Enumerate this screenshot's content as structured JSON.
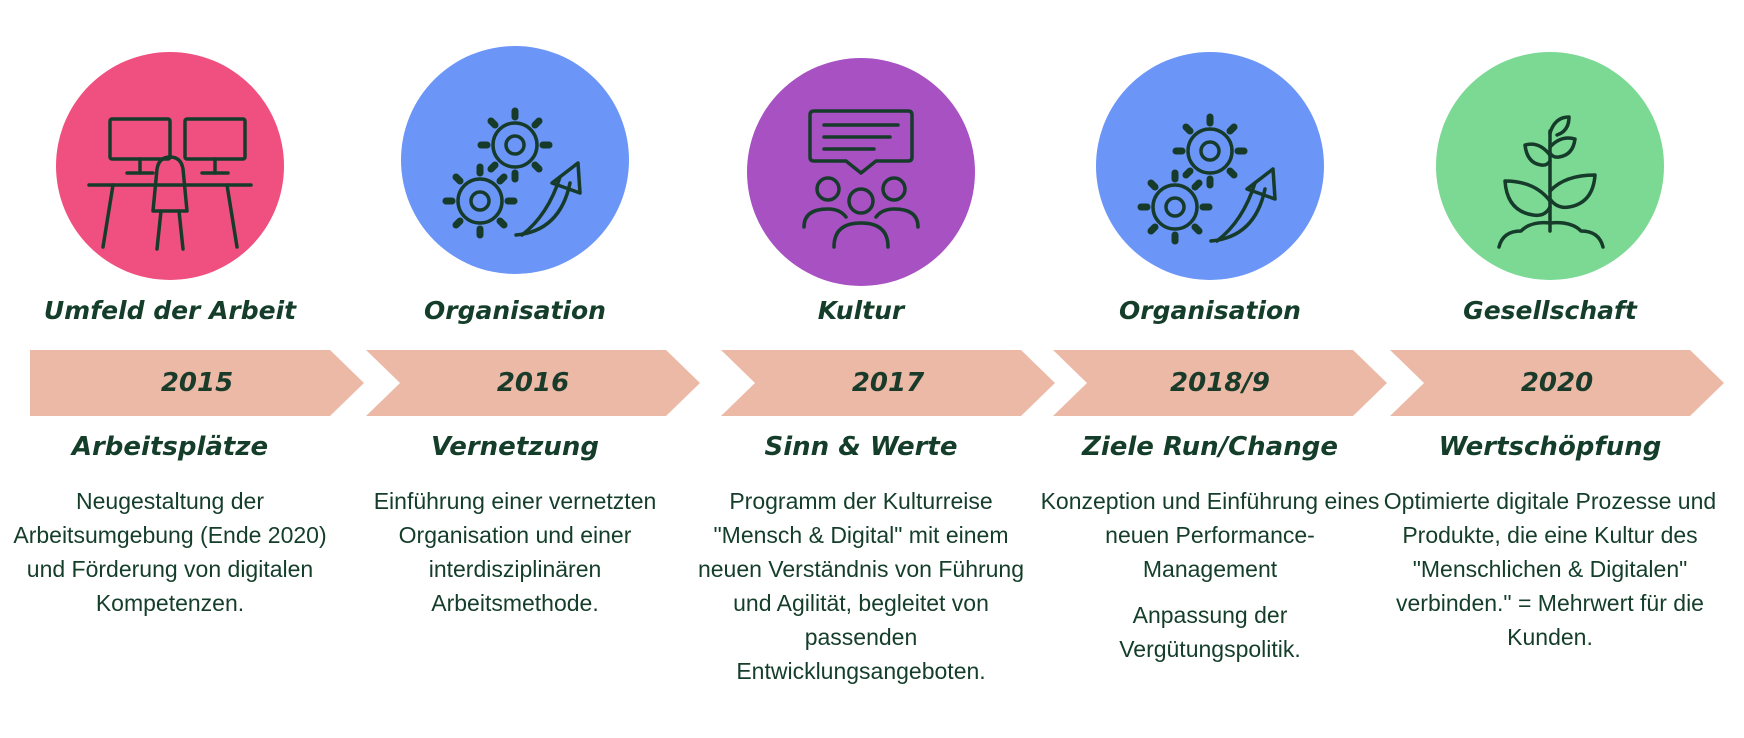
{
  "colors": {
    "pink": "#f05080",
    "blue": "#6b95f7",
    "purple": "#a851c3",
    "green": "#7bd993",
    "chevron": "#ecb9a6",
    "text": "#143d2a"
  },
  "steps": [
    {
      "icon": "workstation-desks-icon",
      "category": "Umfeld der Arbeit",
      "year": "2015",
      "heading": "Arbeitsplätze",
      "description": [
        "Neugestaltung der Arbeitsumgebung (Ende 2020) und Förderung von digitalen Kompetenzen."
      ]
    },
    {
      "icon": "gears-arrow-icon",
      "category": "Organisation",
      "year": "2016",
      "heading": "Vernetzung",
      "description": [
        "Einführung einer vernetzten Organisation und einer interdisziplinären Arbeitsmethode."
      ]
    },
    {
      "icon": "people-speech-bubble-icon",
      "category": "Kultur",
      "year": "2017",
      "heading": "Sinn & Werte",
      "description": [
        "Programm der Kulturreise \"Mensch & Digital\" mit einem neuen Verständnis von Führung und Agilität, begleitet von passenden Entwicklungsangeboten."
      ]
    },
    {
      "icon": "gears-arrow-icon",
      "category": "Organisation",
      "year": "2018/9",
      "heading": "Ziele Run/Change",
      "description": [
        "Konzeption und Einführung eines neuen Performance-Management",
        "Anpassung der Vergütungspolitik."
      ]
    },
    {
      "icon": "growing-plant-icon",
      "category": "Gesellschaft",
      "year": "2020",
      "heading": "Wertschöpfung",
      "description": [
        "Optimierte digitale Prozesse und Produkte, die eine Kultur des \"Menschlichen & Digitalen\" verbinden.\" = Mehrwert für die Kunden."
      ]
    }
  ]
}
